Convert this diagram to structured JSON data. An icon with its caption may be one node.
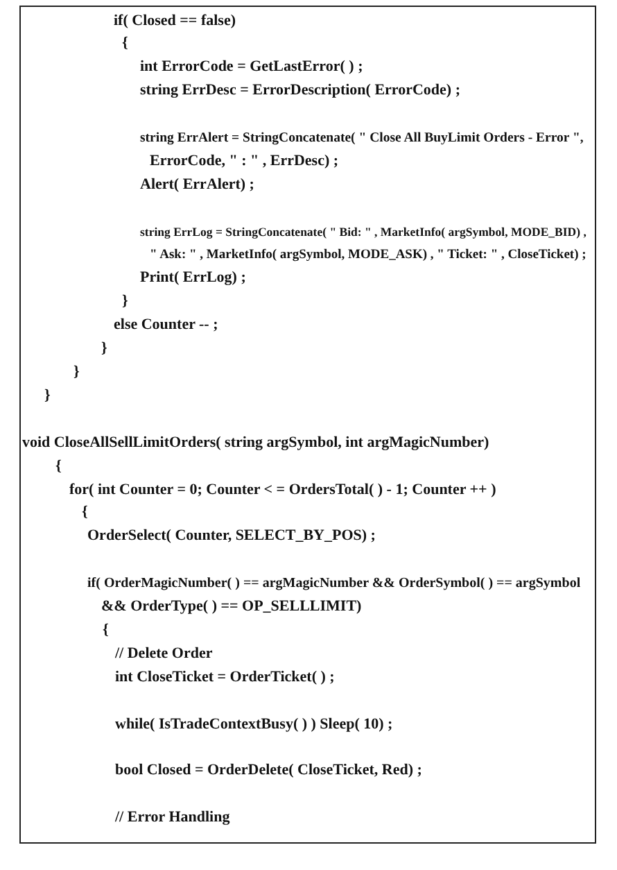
{
  "diagram": {
    "nodes": [
      {
        "text": [
          "if( Closed == false)",
          "{",
          "int ErrorCode = GetLastError( ) ;",
          "string ErrDesc = ErrorDescription( ErrorCode) ;",
          "string ErrAlert = StringConcatenate( \" Close All BuyLimit Orders - Error \",",
          "ErrorCode, \" : \" , ErrDesc) ;",
          "Alert( ErrAlert) ;",
          "string ErrLog = StringConcatenate( \" Bid: \" , MarketInfo( argSymbol, MODE_BID) ,",
          "\" Ask: \" , MarketInfo( argSymbol, MODE_ASK) , \" Ticket: \" , CloseTicket) ;",
          "Print( ErrLog) ;",
          "}",
          "else Counter -- ;",
          "}",
          "}",
          "}",
          "void CloseAllSellLimitOrders( string argSymbol, int argMagicNumber)",
          "{",
          "for( int Counter = 0; Counter < = OrdersTotal( ) - 1; Counter ++ )",
          "{",
          "OrderSelect( Counter, SELECT_BY_POS) ;",
          "if( OrderMagicNumber( ) == argMagicNumber && OrderSymbol( ) == argSymbol",
          "&& OrderType( ) == OP_SELLLIMIT)",
          "{",
          "// Delete Order",
          "int CloseTicket = OrderTicket( ) ;",
          "while( IsTradeContextBusy( ) ) Sleep( 10) ;",
          "bool Closed = OrderDelete( CloseTicket, Red) ;",
          "// Error Handling"
        ]
      }
    ]
  }
}
